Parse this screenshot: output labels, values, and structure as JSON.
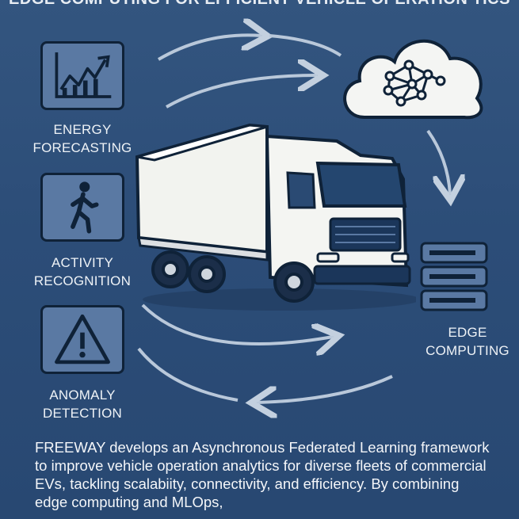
{
  "title": "EDGE COMPUTING FOR EFFICIENT VEHICLE OPERATION TICS",
  "panels": [
    {
      "label_line1": "ENERGY",
      "label_line2": "FORECASTING",
      "icon": "chart-trend-icon"
    },
    {
      "label_line1": "ACTIVITY",
      "label_line2": "RECOGNITION",
      "icon": "walking-person-icon"
    },
    {
      "label_line1": "ANOMALY",
      "label_line2": "DETECTION",
      "icon": "warning-triangle-icon"
    }
  ],
  "edge": {
    "label_line1": "EDGE",
    "label_line2": "COMPUTING",
    "icon": "server-stack-icon"
  },
  "cloud": {
    "icon": "cloud-network-icon"
  },
  "truck": {
    "icon": "truck-icon"
  },
  "description": "FREEWAY develops an Asynchronous Federated Learning framework to improve vehicle operation analytics for diverse fleets of commercial EVs, tackling scalabiity, connectivity, and efficiency. By combining edge computing and MLOps,",
  "colors": {
    "background": "#2f5079",
    "panel": "#5a79a3",
    "outline": "#0f2238",
    "arrow": "#b8c7d9"
  }
}
